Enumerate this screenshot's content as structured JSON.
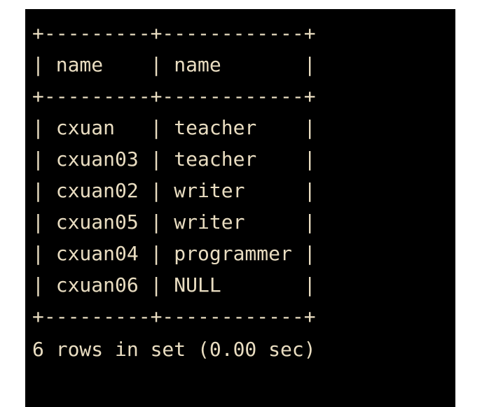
{
  "terminal": {
    "background_color": "#000000",
    "text_color": "#e9ddc1",
    "page_background_color": "#ffffff",
    "separator_line": "+---------+------------+",
    "column_separator": "|",
    "header_row": "| name    | name       |",
    "rows_text": [
      "| cxuan   | teacher    |",
      "| cxuan03 | teacher    |",
      "| cxuan02 | writer     |",
      "| cxuan05 | writer     |",
      "| cxuan04 | programmer |",
      "| cxuan06 | NULL       |"
    ],
    "footer": "6 rows in set (0.00 sec)"
  },
  "result_table": {
    "columns": [
      "name",
      "name"
    ],
    "rows": [
      [
        "cxuan",
        "teacher"
      ],
      [
        "cxuan03",
        "teacher"
      ],
      [
        "cxuan02",
        "writer"
      ],
      [
        "cxuan05",
        "writer"
      ],
      [
        "cxuan04",
        "programmer"
      ],
      [
        "cxuan06",
        "NULL"
      ]
    ],
    "row_count": 6,
    "elapsed_seconds": "0.00"
  }
}
